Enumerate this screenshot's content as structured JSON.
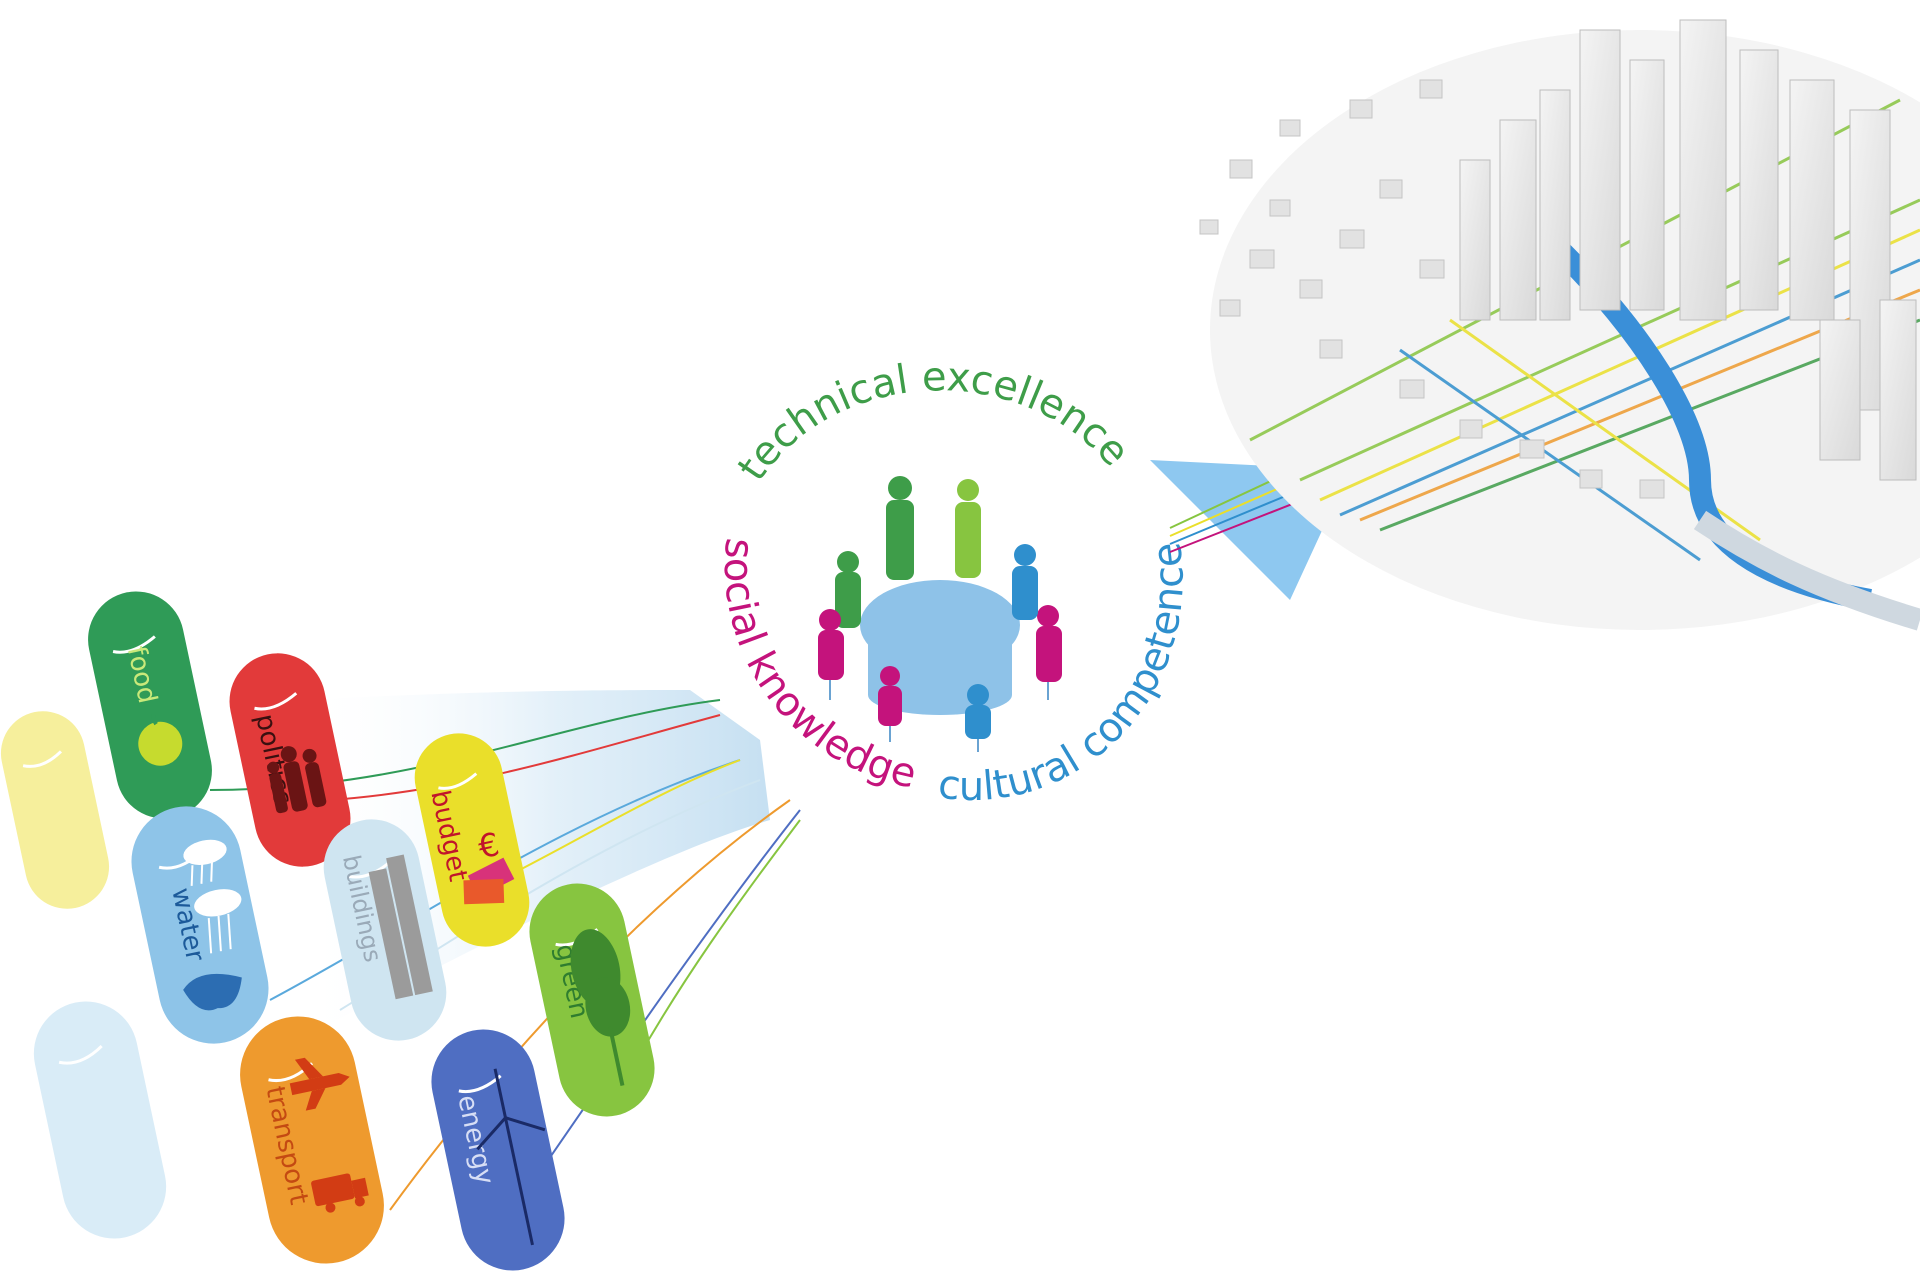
{
  "circle": {
    "technical": "technical excellence",
    "social": "social knowledge",
    "cultural": "cultural competence"
  },
  "pills": {
    "food": "food",
    "politics": "politics",
    "budget": "budget",
    "water": "water",
    "buildings": "buildings",
    "green": "green",
    "transport": "transport",
    "energy": "energy"
  },
  "icons": {
    "euro": "€"
  },
  "colors": {
    "technical": "#3e9d49",
    "social": "#c4137c",
    "cultural": "#2f8fcd",
    "food": "#2f9b57",
    "politics": "#e23a3a",
    "budget": "#eadf2a",
    "water": "#8ec4e8",
    "buildings": "#cfe5f1",
    "green": "#87c540",
    "transport": "#ee9a2e",
    "energy": "#4f6ec2",
    "table": "#8ec2e8",
    "arrow": "#8ec8f0"
  }
}
